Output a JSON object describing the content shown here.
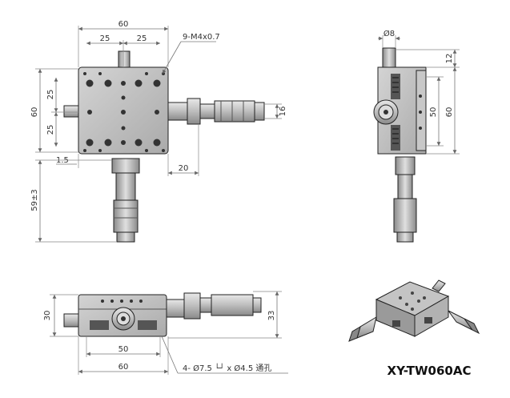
{
  "model_label": "XY-TW060AC",
  "top_view": {
    "dim_width": "60",
    "dim_half_left": "25",
    "dim_half_right": "25",
    "dim_height": "60",
    "dim_pitch_upper": "25",
    "dim_pitch_lower": "25",
    "dim_offset": "1.5",
    "dim_stroke": "59±3",
    "dim_knob_offset": "20",
    "dim_knob_dia": "16",
    "callout_holes": "9-M4x0.7"
  },
  "side_view": {
    "dim_shaft_dia": "Ø8",
    "dim_top": "12",
    "dim_body": "60",
    "dim_inner": "50"
  },
  "front_view": {
    "dim_height": "30",
    "dim_total_height": "33",
    "dim_inner": "50",
    "dim_width": "60",
    "callout_mounting": "4- Ø7.5 └┘ x Ø4.5 通孔"
  }
}
